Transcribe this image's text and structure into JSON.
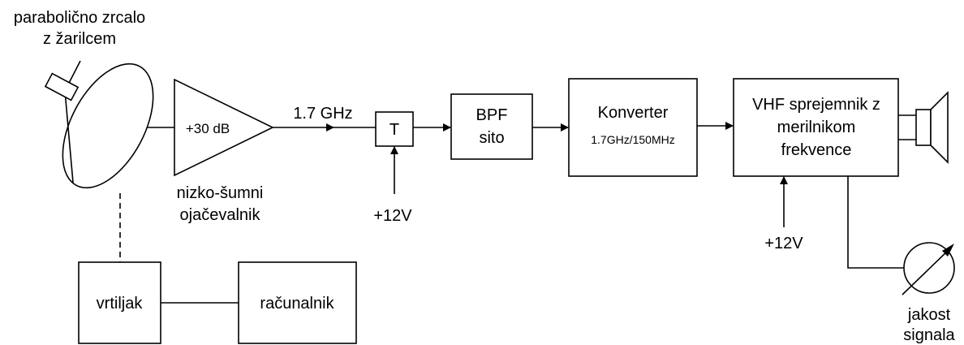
{
  "diagram": {
    "dish_label_line1": "parabolično zrcalo",
    "dish_label_line2": "z žarilcem",
    "amp_gain": "+30 dB",
    "amp_label_line1": "nizko-šumni",
    "amp_label_line2": "ojačevalnik",
    "freq_label": "1.7 GHz",
    "tee_label": "T",
    "tee_supply": "+12V",
    "bpf_line1": "BPF",
    "bpf_line2": "sito",
    "converter_line1": "Konverter",
    "converter_line2": "1.7GHz/150MHz",
    "receiver_line1": "VHF sprejemnik z",
    "receiver_line2": "merilnikom",
    "receiver_line3": "frekvence",
    "receiver_supply": "+12V",
    "meter_label_line1": "jakost",
    "meter_label_line2": "signala",
    "rotator_label": "vrtiljak",
    "computer_label": "računalnik"
  }
}
